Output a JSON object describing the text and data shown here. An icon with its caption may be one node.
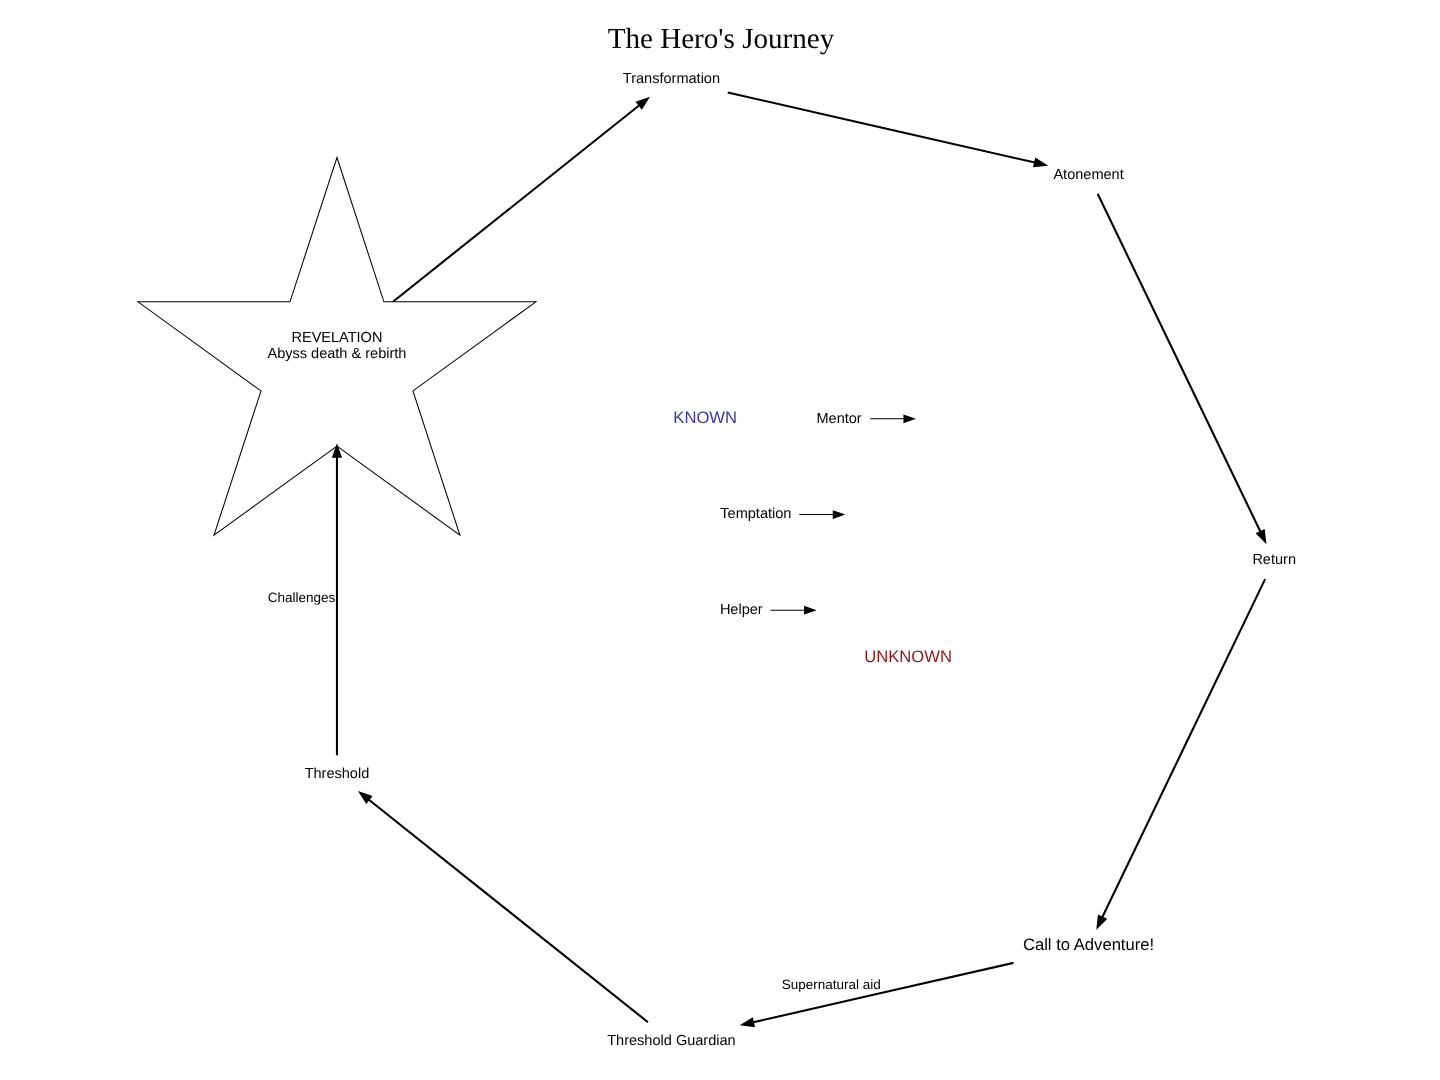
{
  "diagram": {
    "title": "The Hero's Journey",
    "nodes": [
      {
        "text": [
          "Call to Adventure!"
        ]
      },
      {
        "text": [
          "Threshold Guardian"
        ]
      },
      {
        "text": [
          "Threshold"
        ]
      },
      {
        "text": [
          "REVELATION",
          "Abyss death & rebirth"
        ]
      },
      {
        "text": [
          "Transformation"
        ]
      },
      {
        "text": [
          "Atonement"
        ]
      },
      {
        "text": [
          "Return"
        ]
      },
      {
        "text": [
          "Helper"
        ]
      },
      {
        "text": [
          "Mentor"
        ]
      },
      {
        "text": [
          "Temptation"
        ]
      }
    ],
    "edges": [
      {
        "from": 0,
        "to": 1,
        "arrow": "to",
        "label": "Supernatural aid"
      },
      {
        "from": 1,
        "to": 2,
        "arrow": "to"
      },
      {
        "from": 2,
        "to": 3,
        "arrow": "to",
        "label": "Challenges"
      },
      {
        "from": 3,
        "to": 4,
        "arrow": "to"
      },
      {
        "from": 4,
        "to": 5,
        "arrow": "to"
      },
      {
        "from": 5,
        "to": 6,
        "arrow": "to"
      },
      {
        "from": 6,
        "to": 0,
        "arrow": "to"
      },
      {
        "from": 7,
        "to": null,
        "arrow": "to"
      },
      {
        "from": 8,
        "to": null,
        "arrow": "to"
      },
      {
        "from": 9,
        "to": null,
        "arrow": "to"
      }
    ],
    "labels": [
      "KNOWN",
      "UNKNOWN"
    ]
  }
}
